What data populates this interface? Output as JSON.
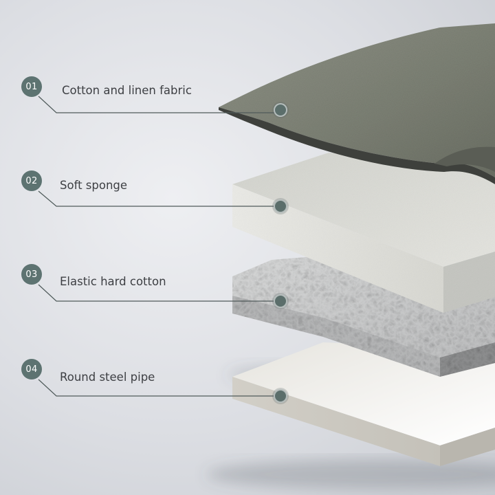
{
  "layers": [
    {
      "number": "01",
      "label": "Cotton and linen fabric"
    },
    {
      "number": "02",
      "label": "Soft sponge"
    },
    {
      "number": "03",
      "label": "Elastic hard cotton"
    },
    {
      "number": "04",
      "label": "Round steel pipe"
    }
  ]
}
